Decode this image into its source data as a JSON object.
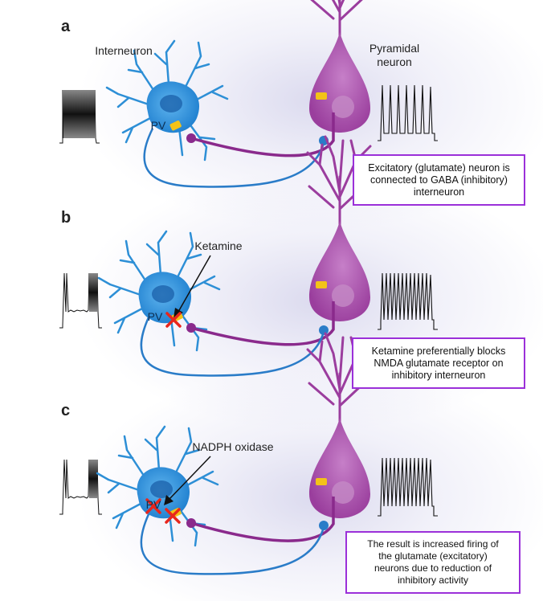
{
  "panels": [
    {
      "letter": "a",
      "interneuron_label": "Interneuron",
      "pyramidal_label_line1": "Pyramidal",
      "pyramidal_label_line2": "neuron",
      "pv_label": "PV",
      "note_lines": [
        "Excitatory (glutamate) neuron is",
        "connected to GABA (inhibitory)",
        "interneuron"
      ]
    },
    {
      "letter": "b",
      "drug_label": "Ketamine",
      "pv_label": "PV",
      "note_lines": [
        "Ketamine preferentially blocks",
        "NMDA glutamate receptor on",
        "inhibitory interneuron"
      ]
    },
    {
      "letter": "c",
      "drug_label": "NADPH oxidase",
      "pv_label": "PV",
      "note_lines": [
        "The result is increased firing of",
        "the glutamate (excitatory)",
        "neurons due to reduction of",
        "inhibitory activity"
      ]
    }
  ],
  "colors": {
    "interneuron": "#2d8fd6",
    "interneuron_dark": "#1a5fa8",
    "pyramidal": "#9b3d9e",
    "pyramidal_light": "#c48ac6",
    "axon_purple": "#8a2a8c",
    "axon_blue": "#2a7cc8",
    "receptor": "#f3c318",
    "note_border": "#9b30d9",
    "block_x": "#e8261c"
  }
}
